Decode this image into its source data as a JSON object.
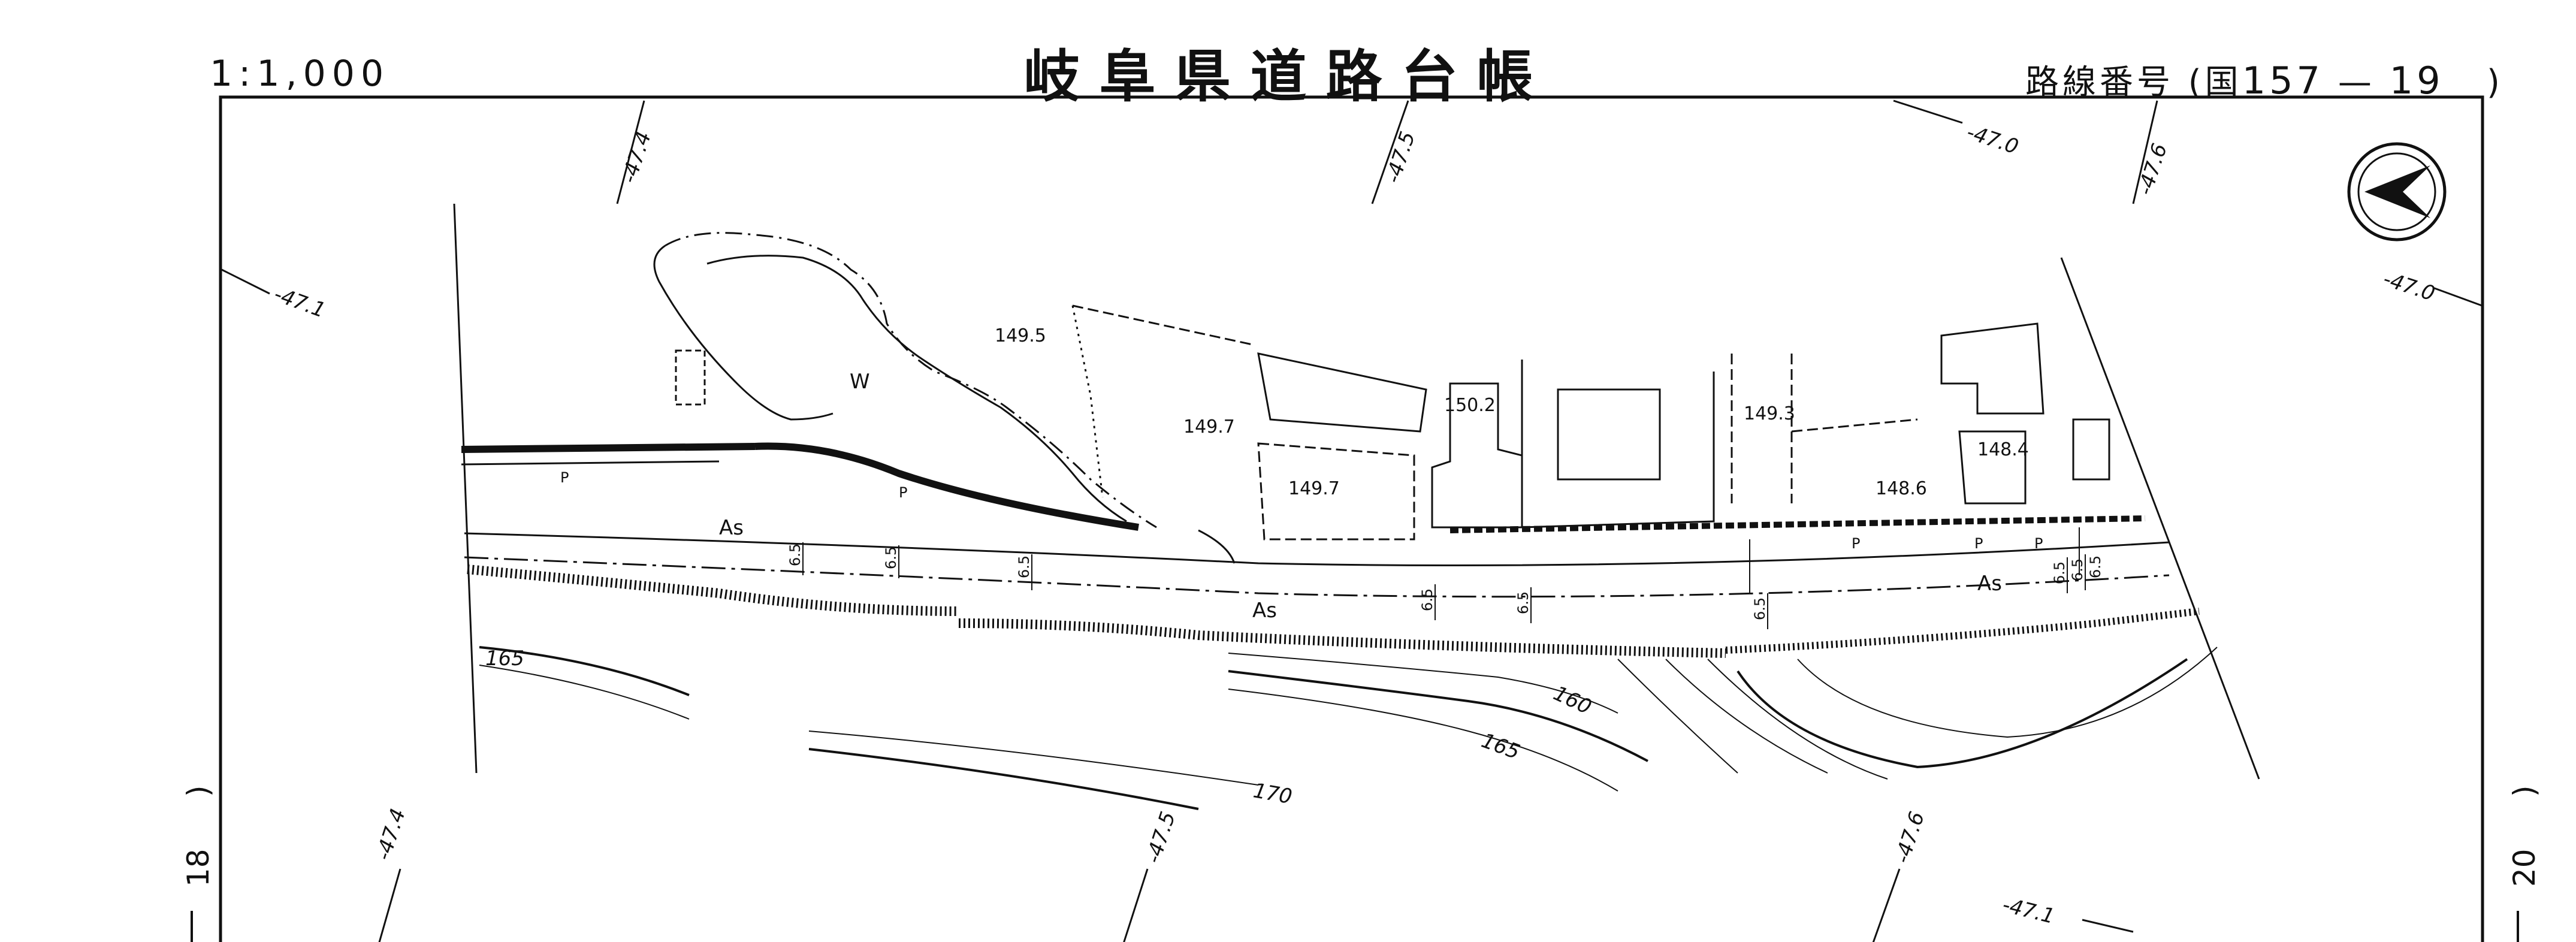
{
  "header": {
    "scale": "1:1,000",
    "title": "岐阜県道路台帳",
    "route_prefix": "路線番号 (国",
    "route_number": "157",
    "route_dash": "—",
    "route_sheet": "19",
    "route_suffix": ")"
  },
  "elevation_ticks": {
    "t_left_top": "-47.4",
    "t_mid_top": "-47.5",
    "t_right_top_a": "-47.0",
    "t_right_top_b": "-47.6",
    "t_left_side": "-47.1",
    "t_right_side": "-47.0",
    "t_left_bottom": "-47.4",
    "t_mid_bottom": "-47.5",
    "t_right_bottom_a": "-47.6",
    "t_right_bottom_b": "-47.1"
  },
  "spot_heights": {
    "h1": "149.5",
    "h2": "149.7",
    "h3": "149.7",
    "h4": "150.2",
    "h5": "149.3",
    "h6": "148.4",
    "h7": "148.6"
  },
  "contours": {
    "c165a": "165",
    "c160": "160",
    "c165b": "165",
    "c170": "170"
  },
  "surface_labels": {
    "water": "W",
    "asphalt_1": "As",
    "asphalt_2": "As",
    "asphalt_3": "As",
    "pavement_1": "P",
    "pavement_2": "P",
    "pavement_3": "P",
    "pavement_4": "P",
    "pavement_5": "P"
  },
  "road_widths": [
    "6.5",
    "6.5",
    "6.5",
    "6.5",
    "6.5",
    "6.5",
    "6.5",
    "6.5",
    "6.5"
  ],
  "adjacent_sheets": {
    "left": "18",
    "right": "20",
    "left_paren": ")",
    "right_paren": ")"
  },
  "icons": {
    "north": "north-arrow-icon"
  },
  "colors": {
    "ink": "#111111",
    "paper": "#ffffff"
  }
}
